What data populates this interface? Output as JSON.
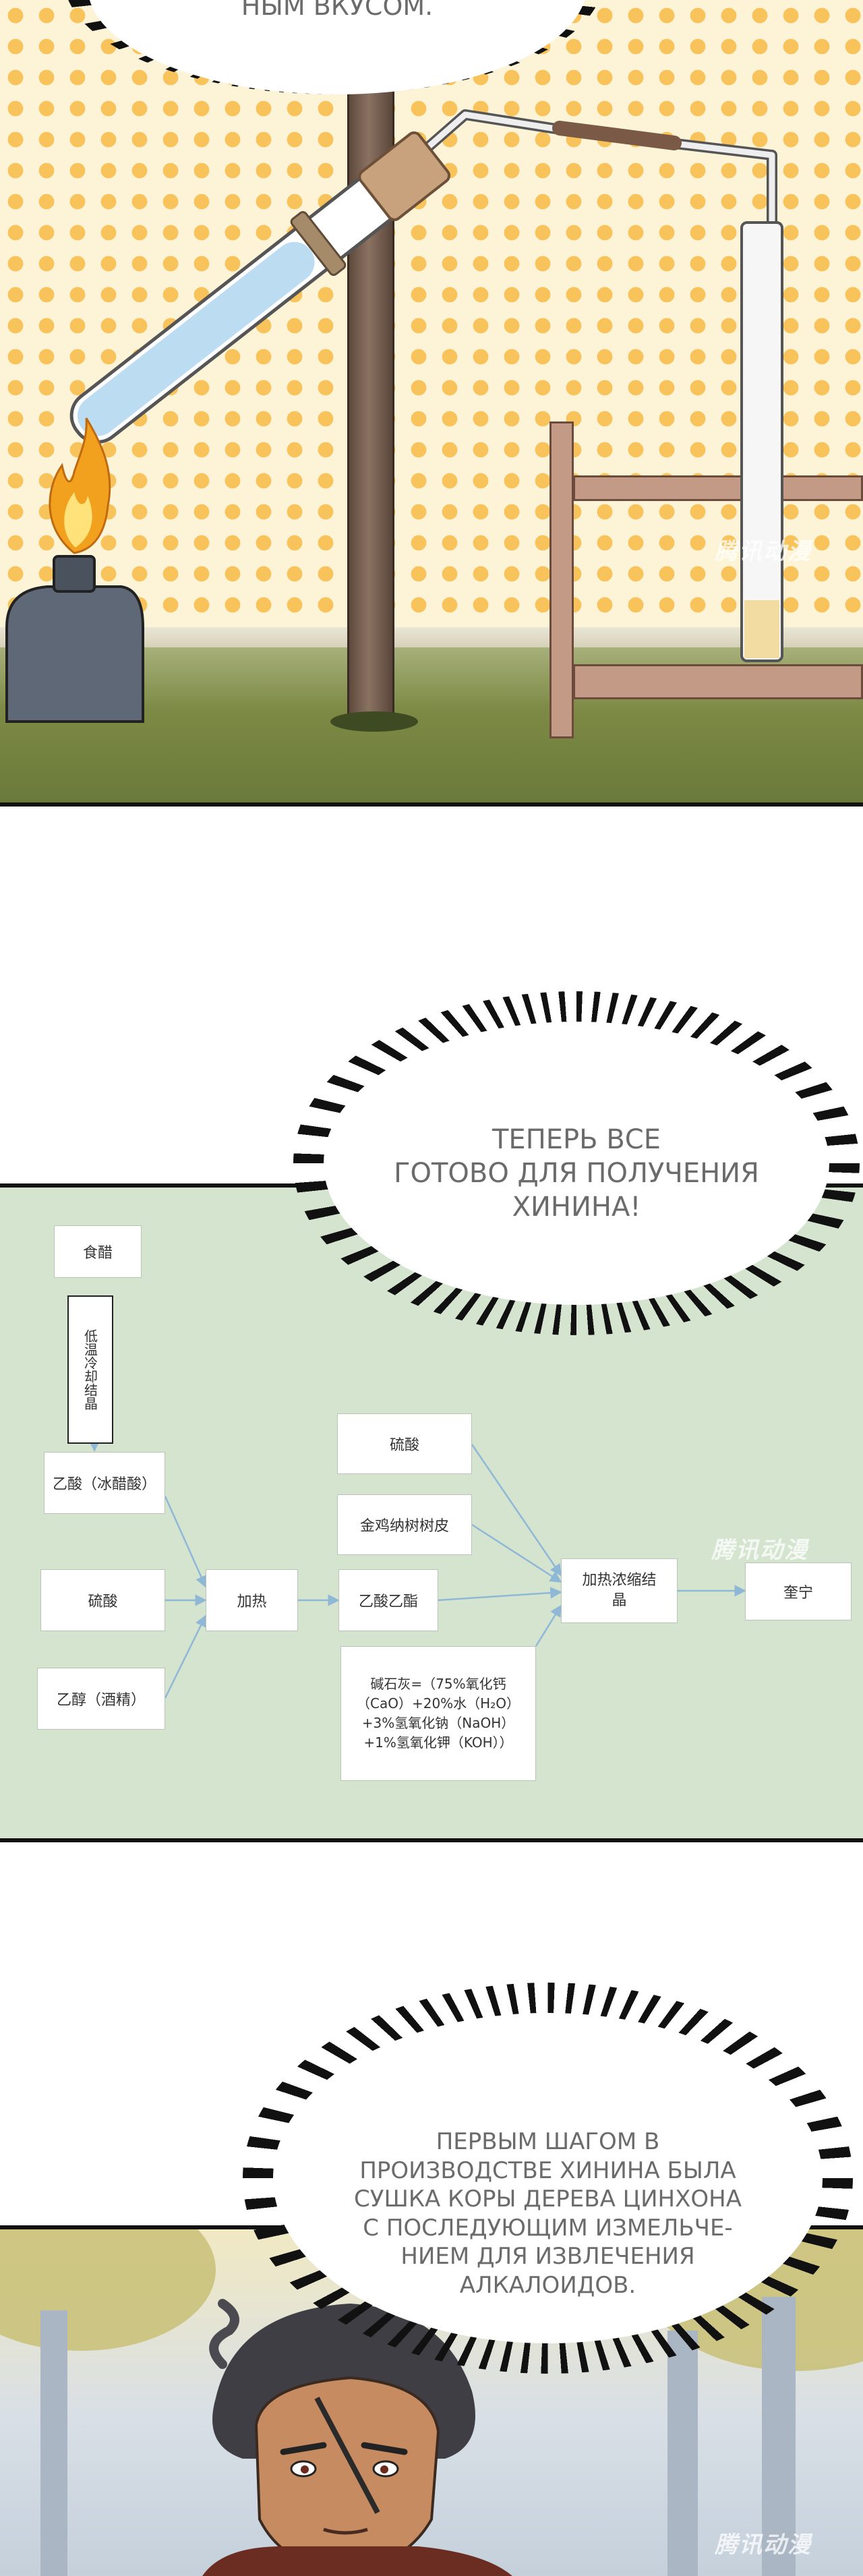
{
  "bubbles": {
    "top_partial": "ным вкусом.",
    "middle": [
      "Теперь все",
      "готово для получения",
      "хинина!"
    ],
    "bottom": [
      "Первым шагом в",
      "производстве хинина была",
      "сушка коры дерева цинхона",
      "с последующим измельче-",
      "нием для извлечения",
      "алкалоидов."
    ]
  },
  "watermark": "腾讯动漫",
  "flowchart": {
    "vinegar": "食醋",
    "process_vertical": "低温冷却结晶",
    "acetic_acid": "乙酸（冰醋酸）",
    "sulfuric_left": "硫酸",
    "ethanol": "乙醇（酒精）",
    "heating": "加热",
    "ethyl_acetate": "乙酸乙酯",
    "sulfuric_top": "硫酸",
    "cinchona_bark": "金鸡纳树树皮",
    "soda_lime": [
      "碱石灰=（75%氧化钙",
      "（CaO）+20%水（H₂O）",
      "+3%氢氧化钠（NaOH）",
      "+1%氢氧化钾（KOH））"
    ],
    "heat_concentrate": [
      "加热浓缩结",
      "晶"
    ],
    "quinine": "奎宁"
  },
  "colors": {
    "arrow": "#8fb7d6",
    "chart_bg": "#d4e4cf",
    "dots": "#f7c35a"
  }
}
